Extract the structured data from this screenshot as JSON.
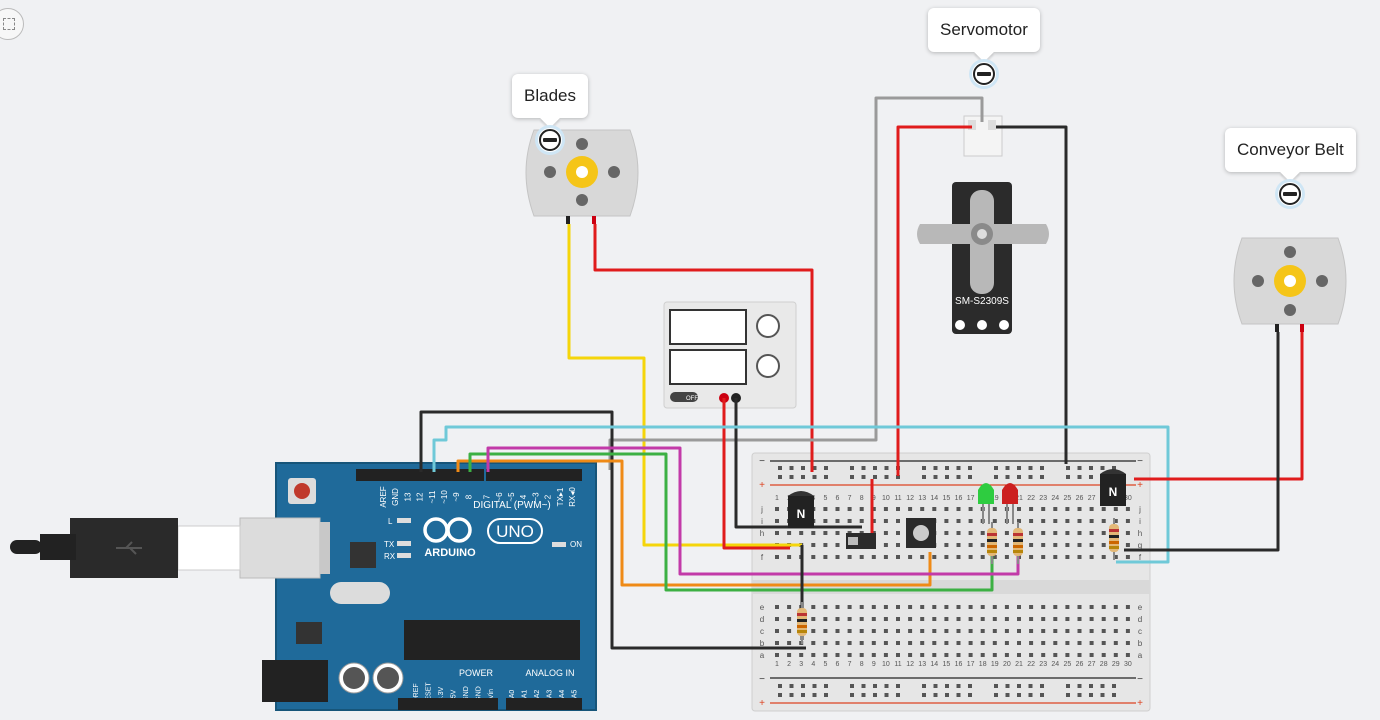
{
  "components": {
    "blades_label": "Blades",
    "servo_label": "Servomotor",
    "conveyor_label": "Conveyor Belt"
  },
  "servo": {
    "model": "SM-S2309S"
  },
  "arduino": {
    "brand": "ARDUINO",
    "model": "UNO",
    "digital_label": "DIGITAL (PWM~)",
    "power_label": "POWER",
    "analog_label": "ANALOG IN",
    "on_label": "ON",
    "l_label": "L",
    "tx_label": "TX",
    "rx_label": "RX",
    "top_pins": [
      "AREF",
      "GND",
      "13",
      "12",
      "~11",
      "~10",
      "~9",
      "8",
      "7",
      "~6",
      "~5",
      "4",
      "~3",
      "2",
      "TX▸1",
      "RX◂0"
    ],
    "power_pins": [
      "IOREF",
      "RESET",
      "3.3V",
      "5V",
      "GND",
      "GND",
      "Vin"
    ],
    "analog_pins": [
      "A0",
      "A1",
      "A2",
      "A3",
      "A4",
      "A5"
    ]
  },
  "power_supply": {
    "off_label": "OFF"
  },
  "transistor_label": "N",
  "breadboard": {
    "columns": [
      "1",
      "2",
      "3",
      "4",
      "5",
      "6",
      "7",
      "8",
      "9",
      "10",
      "11",
      "12",
      "13",
      "14",
      "15",
      "16",
      "17",
      "18",
      "19",
      "20",
      "21",
      "22",
      "23",
      "24",
      "25",
      "26",
      "27",
      "28",
      "29",
      "30"
    ],
    "rows_top": [
      "j",
      "i",
      "h",
      "g",
      "f"
    ],
    "rows_bottom": [
      "e",
      "d",
      "c",
      "b",
      "a"
    ],
    "plus": "+",
    "minus": "−"
  },
  "colors": {
    "wire_red": "#e01c1c",
    "wire_black": "#2a2a2a",
    "wire_yellow": "#f5d50a",
    "wire_gray": "#9a9a9a",
    "wire_cyan": "#6fc9d8",
    "wire_magenta": "#c23aa8",
    "wire_green": "#3cb043",
    "wire_orange": "#ef8a16",
    "arduino_blue": "#1f6a9a",
    "led_green": "#2ecc40",
    "led_red": "#cc1f1f"
  }
}
